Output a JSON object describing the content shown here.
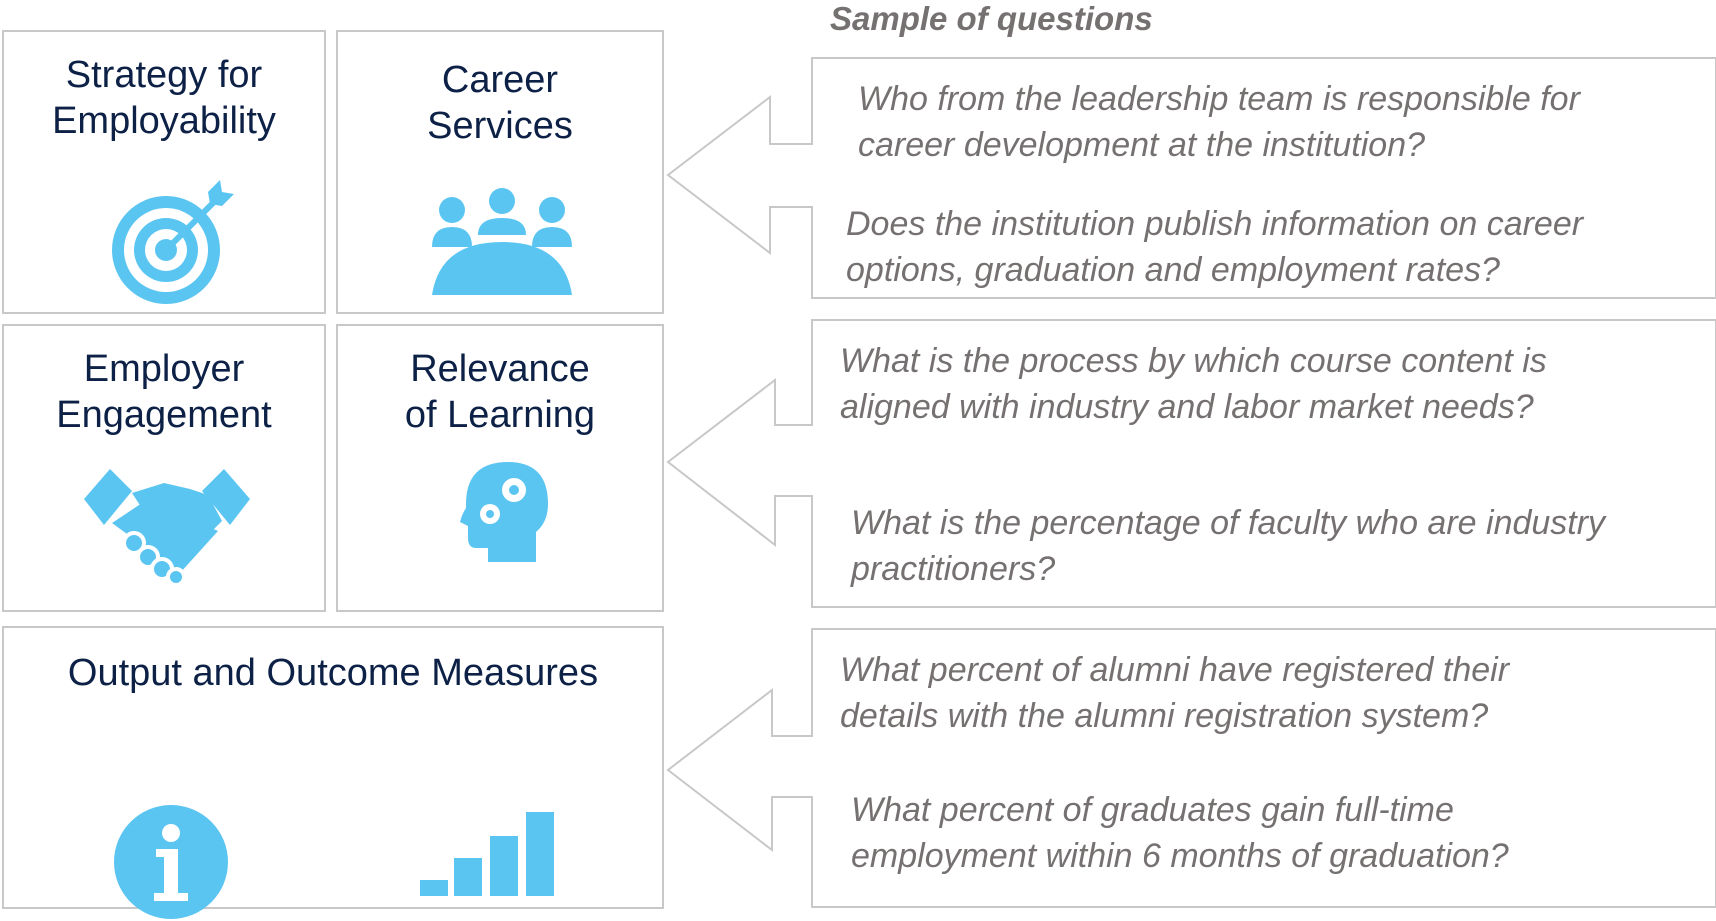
{
  "heading": "Sample of questions",
  "boxes": {
    "strategy": {
      "line1": "Strategy for",
      "line2": "Employability",
      "icon": "target-icon"
    },
    "career": {
      "line1": "Career",
      "line2": "Services",
      "icon": "meeting-icon"
    },
    "employer": {
      "line1": "Employer",
      "line2": "Engagement",
      "icon": "handshake-icon"
    },
    "relevance": {
      "line1": "Relevance",
      "line2": "of Learning",
      "icon": "head-gears-icon"
    },
    "outcome": {
      "line1": "Output and Outcome Measures",
      "icons": [
        "info-icon",
        "bar-chart-icon"
      ]
    }
  },
  "questions": [
    {
      "line1": "Who from the leadership team is responsible for",
      "line2": "career development at the institution?"
    },
    {
      "line1": "Does the institution publish information on career",
      "line2": "options, graduation and employment rates?"
    },
    {
      "line1": "What is the process by which course content is",
      "line2": "aligned with industry and labor market needs?"
    },
    {
      "line1": "What is the percentage of faculty who are industry",
      "line2": "practitioners?"
    },
    {
      "line1": "What percent of alumni have registered their",
      "line2": "details with the alumni registration system?"
    },
    {
      "line1": "What percent of graduates gain full-time",
      "line2": "employment within 6 months of graduation?"
    }
  ],
  "colors": {
    "icon": "#5bc5f2",
    "title": "#0d2147",
    "question": "#767171",
    "border": "#c8c8c8"
  }
}
